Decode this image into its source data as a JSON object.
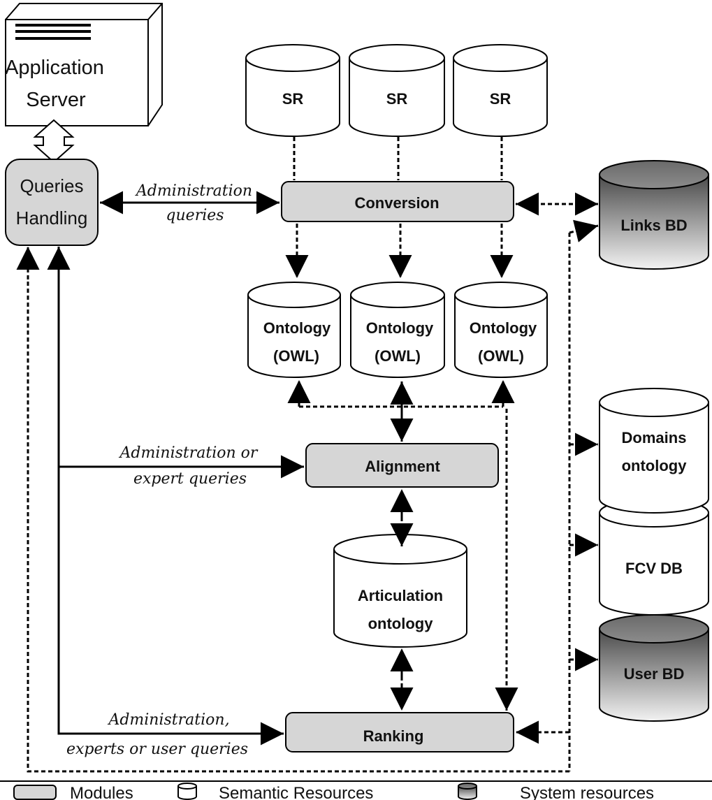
{
  "server": {
    "line1": "Application",
    "line2": "Server"
  },
  "queries_handling": {
    "line1": "Queries",
    "line2": "Handling"
  },
  "modules": {
    "conversion": "Conversion",
    "alignment": "Alignment",
    "ranking": "Ranking"
  },
  "semantic_resources": [
    "SR",
    "SR",
    "SR"
  ],
  "ontologies": [
    {
      "line1": "Ontology",
      "line2": "(OWL)"
    },
    {
      "line1": "Ontology",
      "line2": "(OWL)"
    },
    {
      "line1": "Ontology",
      "line2": "(OWL)"
    }
  ],
  "articulation": {
    "line1": "Articulation",
    "line2": "ontology"
  },
  "system_resources": {
    "links": "Links  BD",
    "domains": {
      "line1": "Domains",
      "line2": "ontology"
    },
    "fcv": "FCV  DB",
    "user": "User  BD"
  },
  "edge_labels": {
    "conv_q1": "Administration",
    "conv_q2": "queries",
    "align_q1": "Administration or",
    "align_q2": "expert queries",
    "rank_q1": "Administration,",
    "rank_q2": "experts or user queries"
  },
  "legend": {
    "modules": "Modules",
    "semantic": "Semantic  Resources",
    "system": "System  resources"
  }
}
